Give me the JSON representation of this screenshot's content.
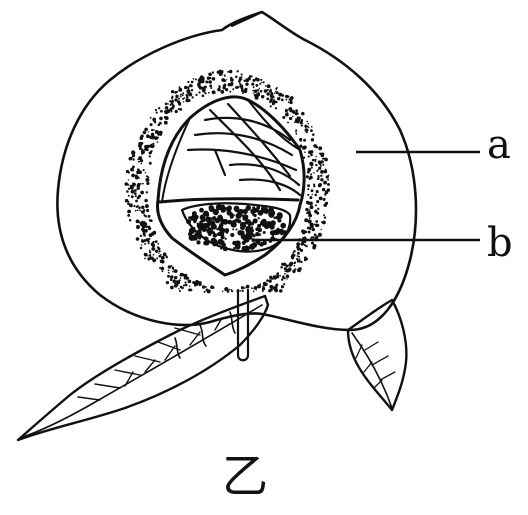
{
  "figure": {
    "labels": {
      "a": "a",
      "b": "b"
    },
    "caption": "乙"
  },
  "colors": {
    "ink": "#111111",
    "background": "#ffffff"
  }
}
